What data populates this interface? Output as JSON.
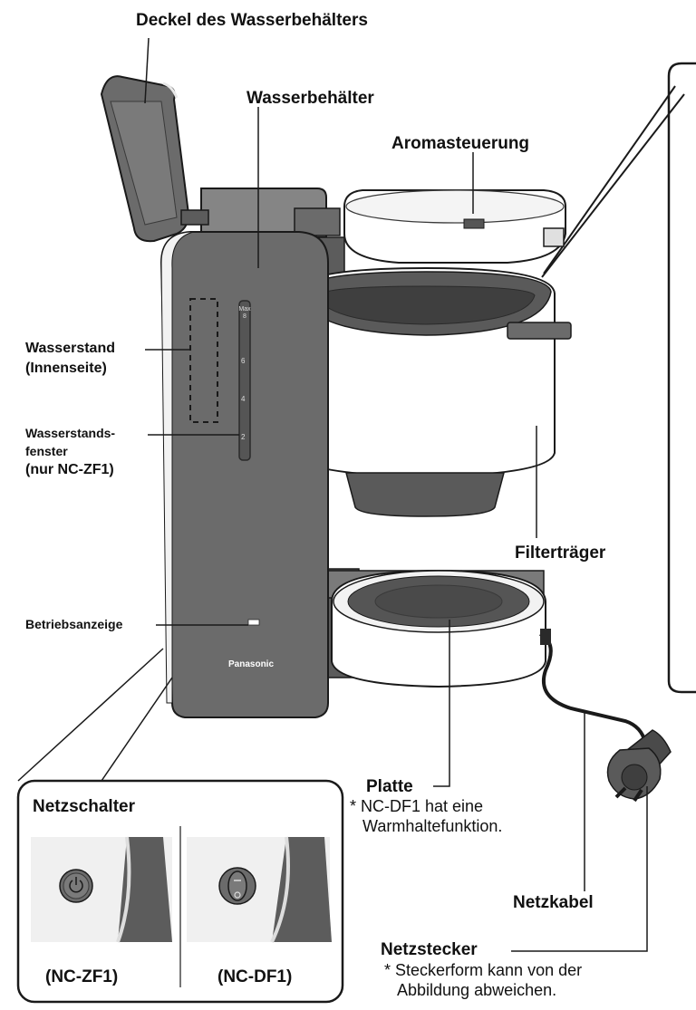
{
  "labels": {
    "lid": "Deckel des Wasserbehälters",
    "tank": "Wasserbehälter",
    "aroma": "Aromasteuerung",
    "water_level_1": "Wasserstand",
    "water_level_2": "(Innenseite)",
    "window_1": "Wasserstands-",
    "window_2": "fenster",
    "window_3": "(nur NC-ZF1)",
    "indicator": "Betriebsanzeige",
    "brand": "Panasonic",
    "filter_holder": "Filterträger",
    "plate": "Platte",
    "plate_note_1": "* NC-DF1 hat eine",
    "plate_note_2": "Warmhaltefunktion.",
    "cord": "Netzkabel",
    "plug": "Netzstecker",
    "plug_note_1": "* Steckerform kann von der",
    "plug_note_2": "Abbildung abweichen.",
    "switch_title": "Netzschalter",
    "model_zf1": "(NC-ZF1)",
    "model_df1": "(NC-DF1)"
  },
  "scale_marks": [
    "Max 8",
    "6",
    "4",
    "2"
  ],
  "colors": {
    "body": "#6b6b6b",
    "body_dark": "#4d4d4d",
    "body_mid": "#858585",
    "white_part": "#ffffff",
    "light_part": "#ebebeb",
    "line": "#1a1a1a"
  }
}
